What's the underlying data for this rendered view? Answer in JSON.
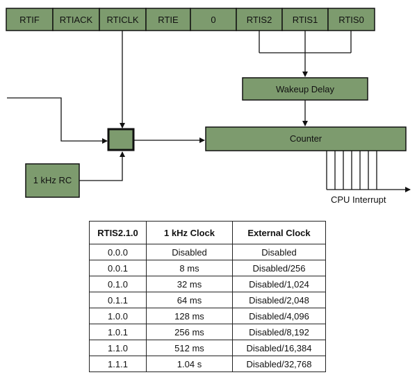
{
  "register": {
    "bits": [
      "RTIF",
      "RTIACK",
      "RTICLK",
      "RTIE",
      "0",
      "RTIS2",
      "RTIS1",
      "RTIS0"
    ]
  },
  "blocks": {
    "wakeup_delay": "Wakeup Delay",
    "counter": "Counter",
    "rc_clock": "1 kHz RC",
    "cpu_interrupt": "CPU Interrupt"
  },
  "table": {
    "headers": [
      "RTIS2.1.0",
      "1 kHz Clock",
      "External Clock"
    ],
    "rows": [
      [
        "0.0.0",
        "Disabled",
        "Disabled"
      ],
      [
        "0.0.1",
        "8 ms",
        "Disabled/256"
      ],
      [
        "0.1.0",
        "32 ms",
        "Disabled/1,024"
      ],
      [
        "0.1.1",
        "64 ms",
        "Disabled/2,048"
      ],
      [
        "1.0.0",
        "128 ms",
        "Disabled/4,096"
      ],
      [
        "1.0.1",
        "256 ms",
        "Disabled/8,192"
      ],
      [
        "1.1.0",
        "512 ms",
        "Disabled/16,384"
      ],
      [
        "1.1.1",
        "1.04 s",
        "Disabled/32,768"
      ]
    ]
  },
  "colors": {
    "block_fill": "#7d9b6e",
    "line": "#111111"
  }
}
